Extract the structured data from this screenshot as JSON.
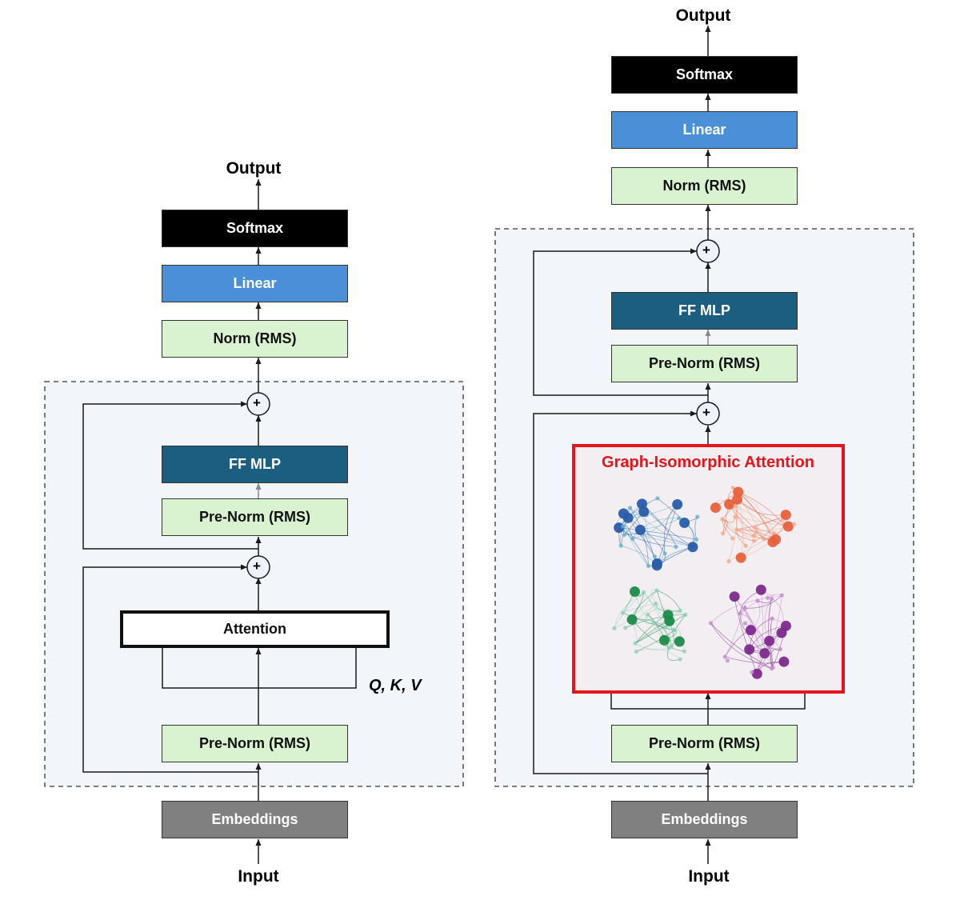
{
  "colors": {
    "softmax": "#000000",
    "linear": "#4a90d9",
    "norm": "#d9f2d0",
    "ffmlp": "#1b5e80",
    "embeddings": "#808080",
    "attention_bg": "#ffffff",
    "block_bg": "#f2f5fa",
    "highlight": "#e8141c",
    "gia_panel": "#f3eef1",
    "wire": "#1a1a1a",
    "graph_blue": "#2a5caa",
    "graph_orange": "#e8603c",
    "graph_green": "#1e8a4a",
    "graph_purple": "#7d2a8c"
  },
  "left": {
    "output_label": "Output",
    "softmax": "Softmax",
    "linear": "Linear",
    "norm": "Norm (RMS)",
    "ff_mlp": "FF MLP",
    "pre_norm_upper": "Pre-Norm (RMS)",
    "attention": "Attention",
    "qkv_label": "Q, K, V",
    "pre_norm_lower": "Pre-Norm (RMS)",
    "embeddings": "Embeddings",
    "input_label": "Input",
    "add_symbol": "+"
  },
  "right": {
    "output_label": "Output",
    "softmax": "Softmax",
    "linear": "Linear",
    "norm": "Norm (RMS)",
    "ff_mlp": "FF MLP",
    "pre_norm_upper": "Pre-Norm (RMS)",
    "graph_attention_title": "Graph-Isomorphic Attention",
    "pre_norm_lower": "Pre-Norm (RMS)",
    "embeddings": "Embeddings",
    "input_label": "Input",
    "add_symbol": "+"
  }
}
